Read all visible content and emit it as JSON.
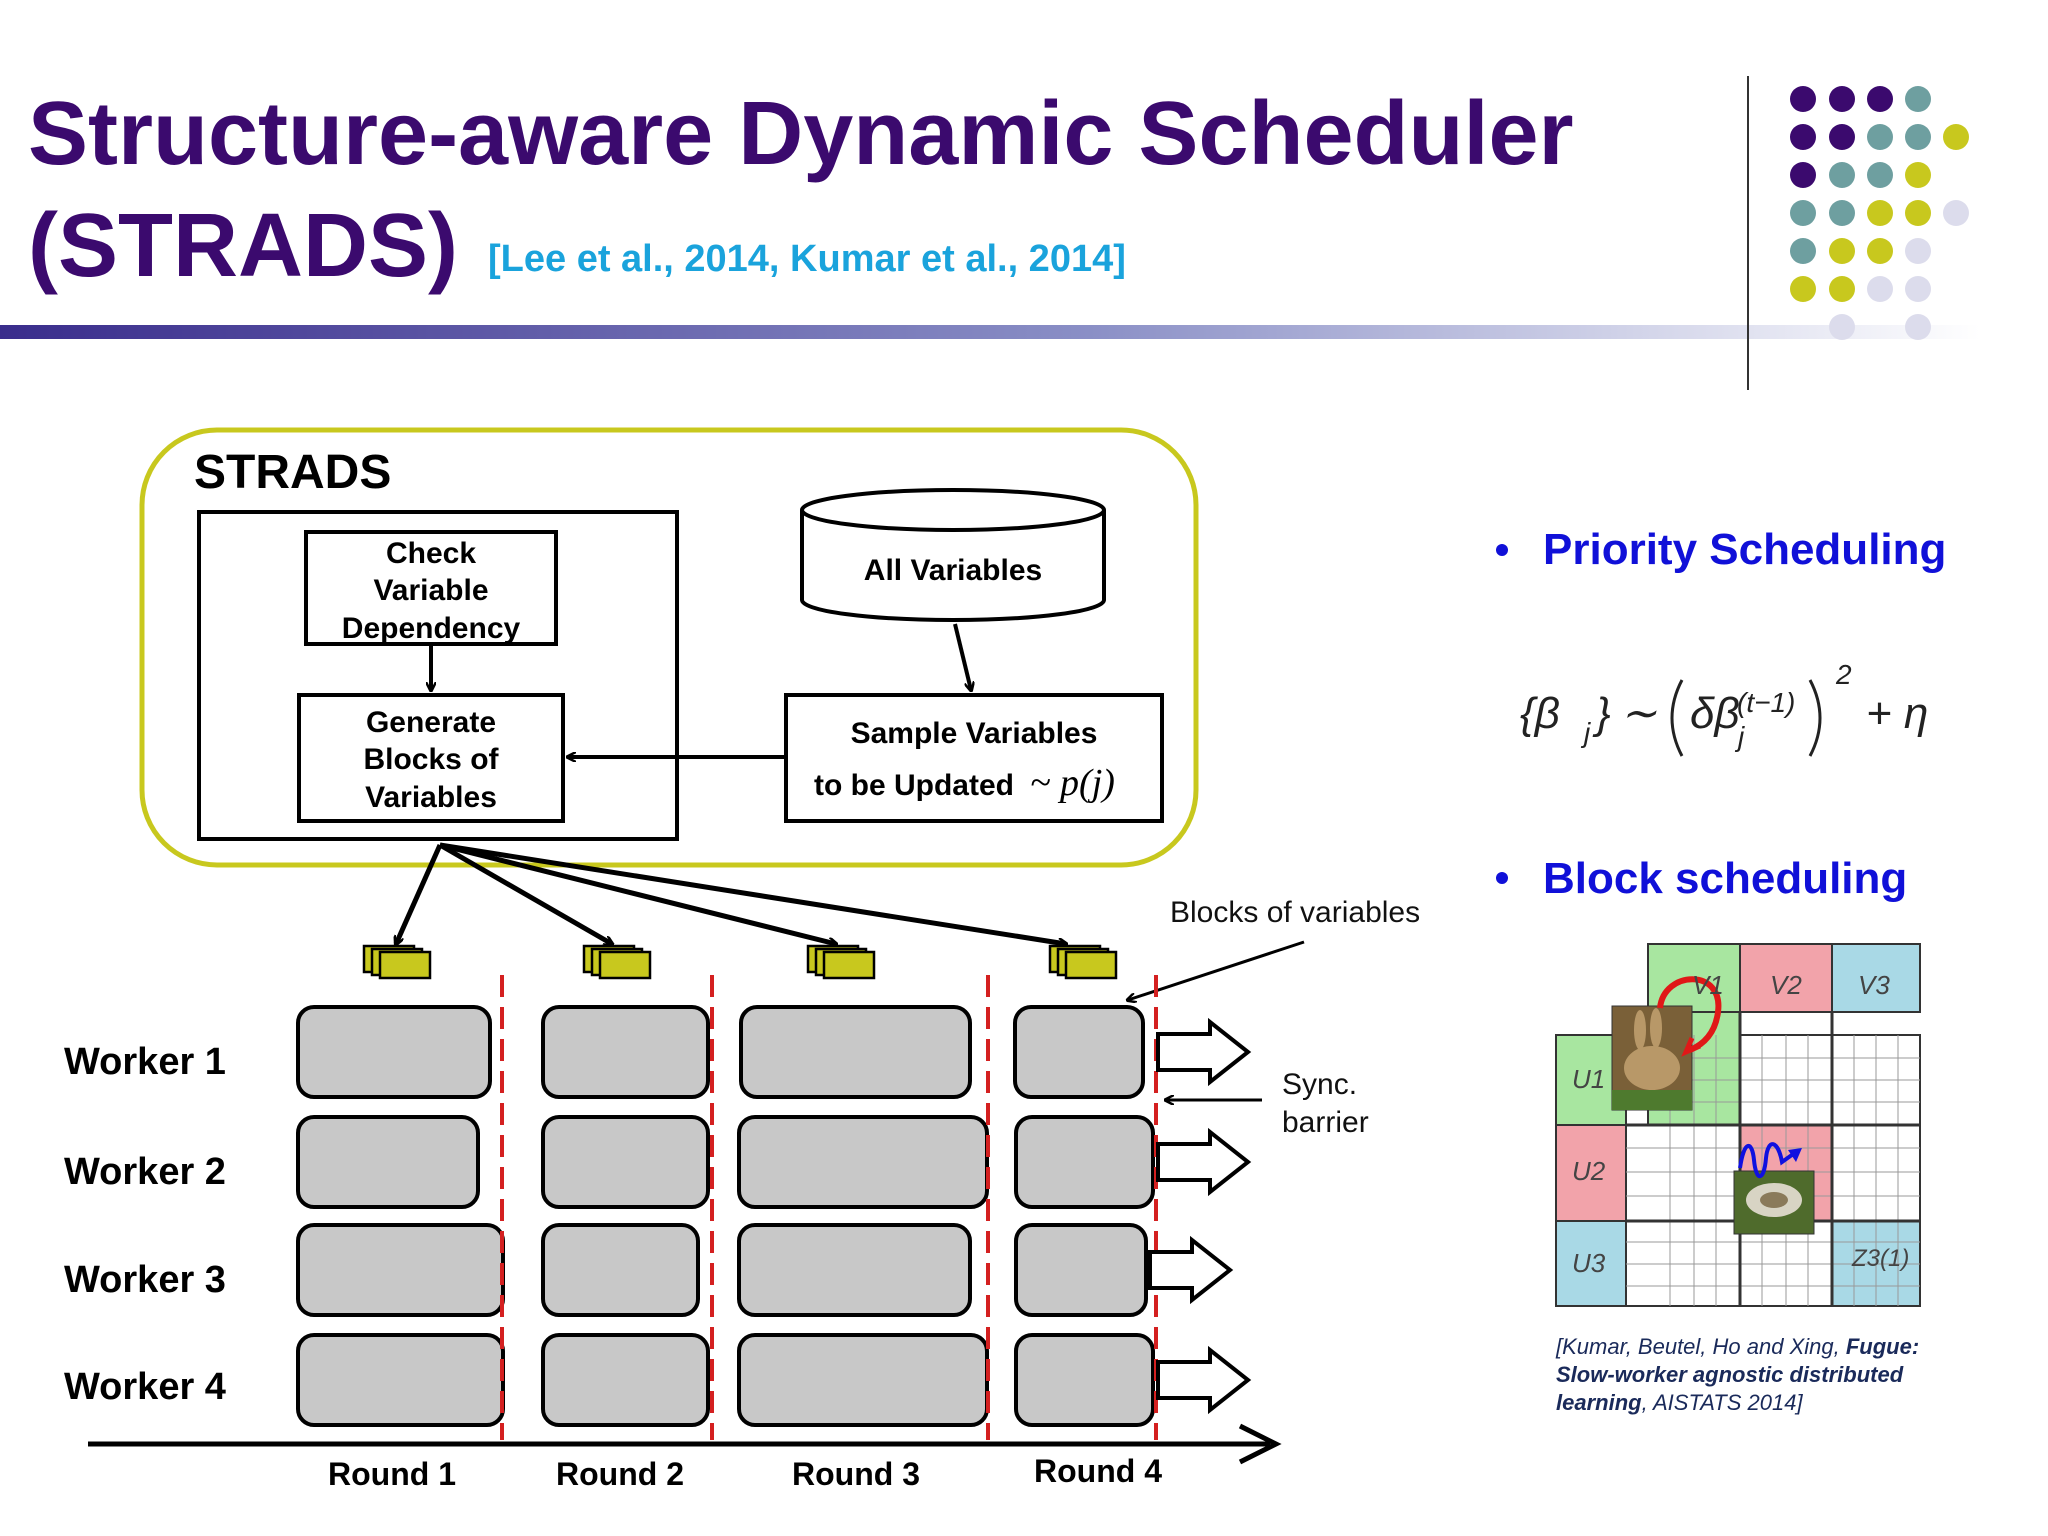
{
  "slide": {
    "title_line1": "Structure-aware Dynamic Scheduler",
    "title_line2": "(STRADS)",
    "citation": "[Lee et al., 2014, Kumar et al., 2014]",
    "colors": {
      "title": "#3b0a6e",
      "citation": "#1aa3dc",
      "bullet_text": "#1010d8",
      "strads_border": "#c8c81e",
      "barrier": "#d42020"
    }
  },
  "diagram": {
    "strads_label": "STRADS",
    "check_dependency": [
      "Check",
      "Variable",
      "Dependency"
    ],
    "generate_blocks": [
      "Generate",
      "Blocks of",
      "Variables"
    ],
    "all_variables": "All Variables",
    "sample_line1": "Sample Variables",
    "sample_line2": "to be Updated",
    "sample_math": "~ p(j)",
    "blocks_of_variables": "Blocks of variables",
    "sync_barrier": [
      "Sync.",
      "barrier"
    ],
    "workers": [
      "Worker 1",
      "Worker 2",
      "Worker 3",
      "Worker 4"
    ],
    "rounds": [
      "Round 1",
      "Round 2",
      "Round 3",
      "Round 4"
    ]
  },
  "bullets": {
    "priority": "Priority Scheduling",
    "formula": "{β_j} ~ (δβ_j^(t−1))^2 + η",
    "block": "Block scheduling"
  },
  "grid": {
    "v_labels": [
      "V1",
      "V2",
      "V3"
    ],
    "u_labels": [
      "U1",
      "U2",
      "U3"
    ],
    "z_label": "Z3(1)"
  },
  "reference": {
    "line1_prefix": "[Kumar, Beutel, Ho and Xing, ",
    "line1_bold": "Fugue:",
    "line2": "Slow-worker agnostic distributed",
    "line3_bold": "learning",
    "line3_rest": ", AISTATS 2014]"
  }
}
